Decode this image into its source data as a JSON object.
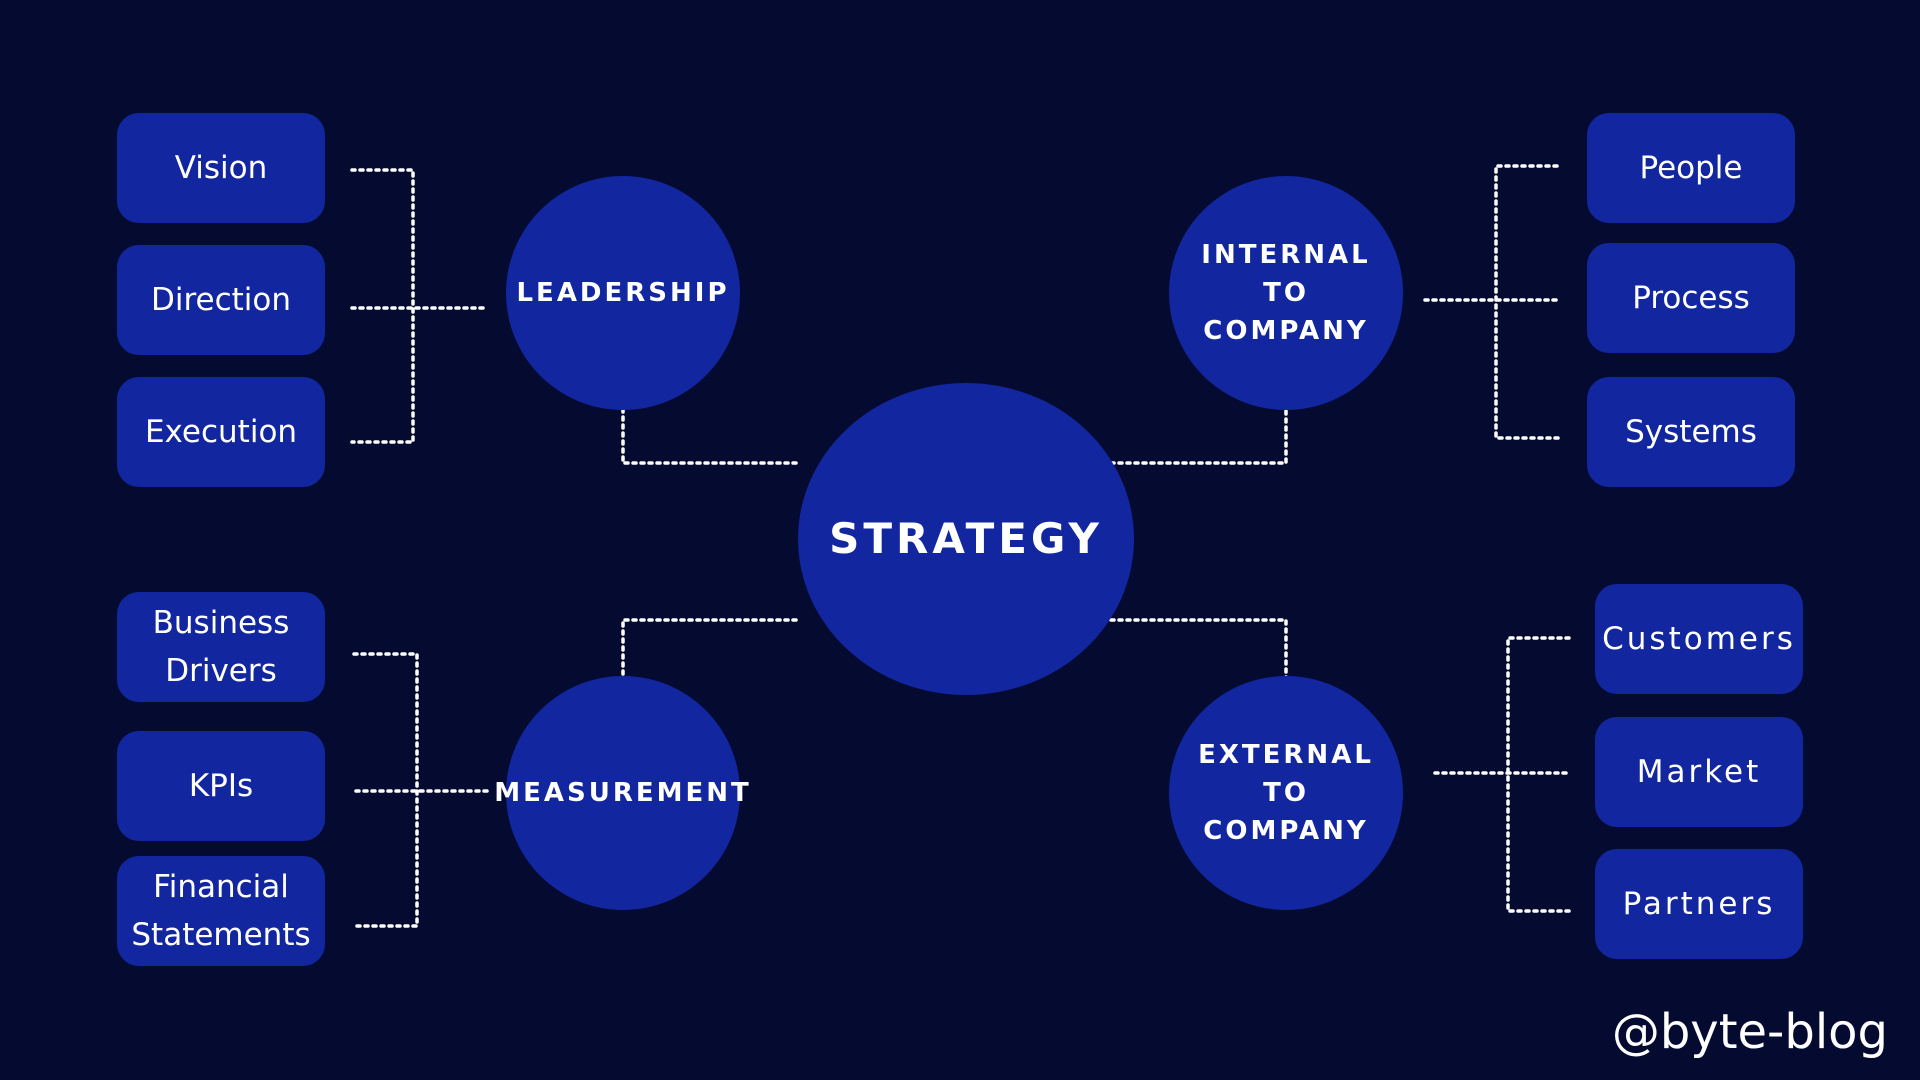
{
  "center": {
    "label": "STRATEGY"
  },
  "hubs": {
    "leadership": "LEADERSHIP",
    "internal": "INTERNAL\nTO\nCOMPANY",
    "measurement": "MEASUREMENT",
    "external": "EXTERNAL\nTO\nCOMPANY"
  },
  "leadership_items": [
    "Vision",
    "Direction",
    "Execution"
  ],
  "internal_items": [
    "People",
    "Process",
    "Systems"
  ],
  "measurement_items": [
    "Business\nDrivers",
    "KPIs",
    "Financial\nStatements"
  ],
  "external_items": [
    "Customers",
    "Market",
    "Partners"
  ],
  "watermark": "@byte-blog",
  "colors": {
    "background": "#050b30",
    "node_fill": "#1226a0",
    "text": "#ffffff",
    "connector": "#ffffff"
  }
}
